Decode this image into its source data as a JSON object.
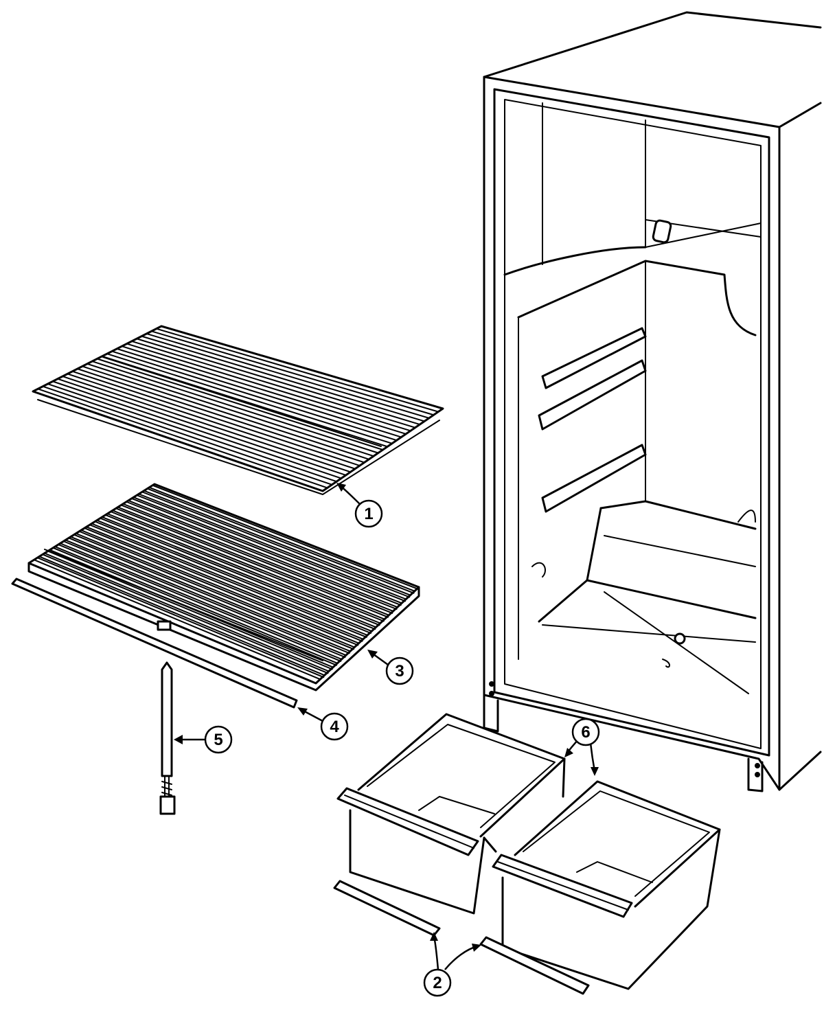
{
  "callouts": [
    {
      "id": "1",
      "label": "1"
    },
    {
      "id": "2",
      "label": "2"
    },
    {
      "id": "3",
      "label": "3"
    },
    {
      "id": "4",
      "label": "4"
    },
    {
      "id": "5",
      "label": "5"
    },
    {
      "id": "6",
      "label": "6"
    }
  ],
  "parts": {
    "cabinet": "refrigerator-cabinet",
    "wire_shelf": "wire-shelf",
    "glass_shelf": "shelf",
    "shelf_rail": "shelf-trim-rod",
    "leveling_leg": "leveling-leg",
    "crisper_left": "crisper-pan",
    "crisper_right": "crisper-pan",
    "crisper_rail_left": "crisper-rail",
    "crisper_rail_right": "crisper-rail"
  },
  "colors": {
    "ink": "#000000",
    "paper": "#ffffff"
  }
}
